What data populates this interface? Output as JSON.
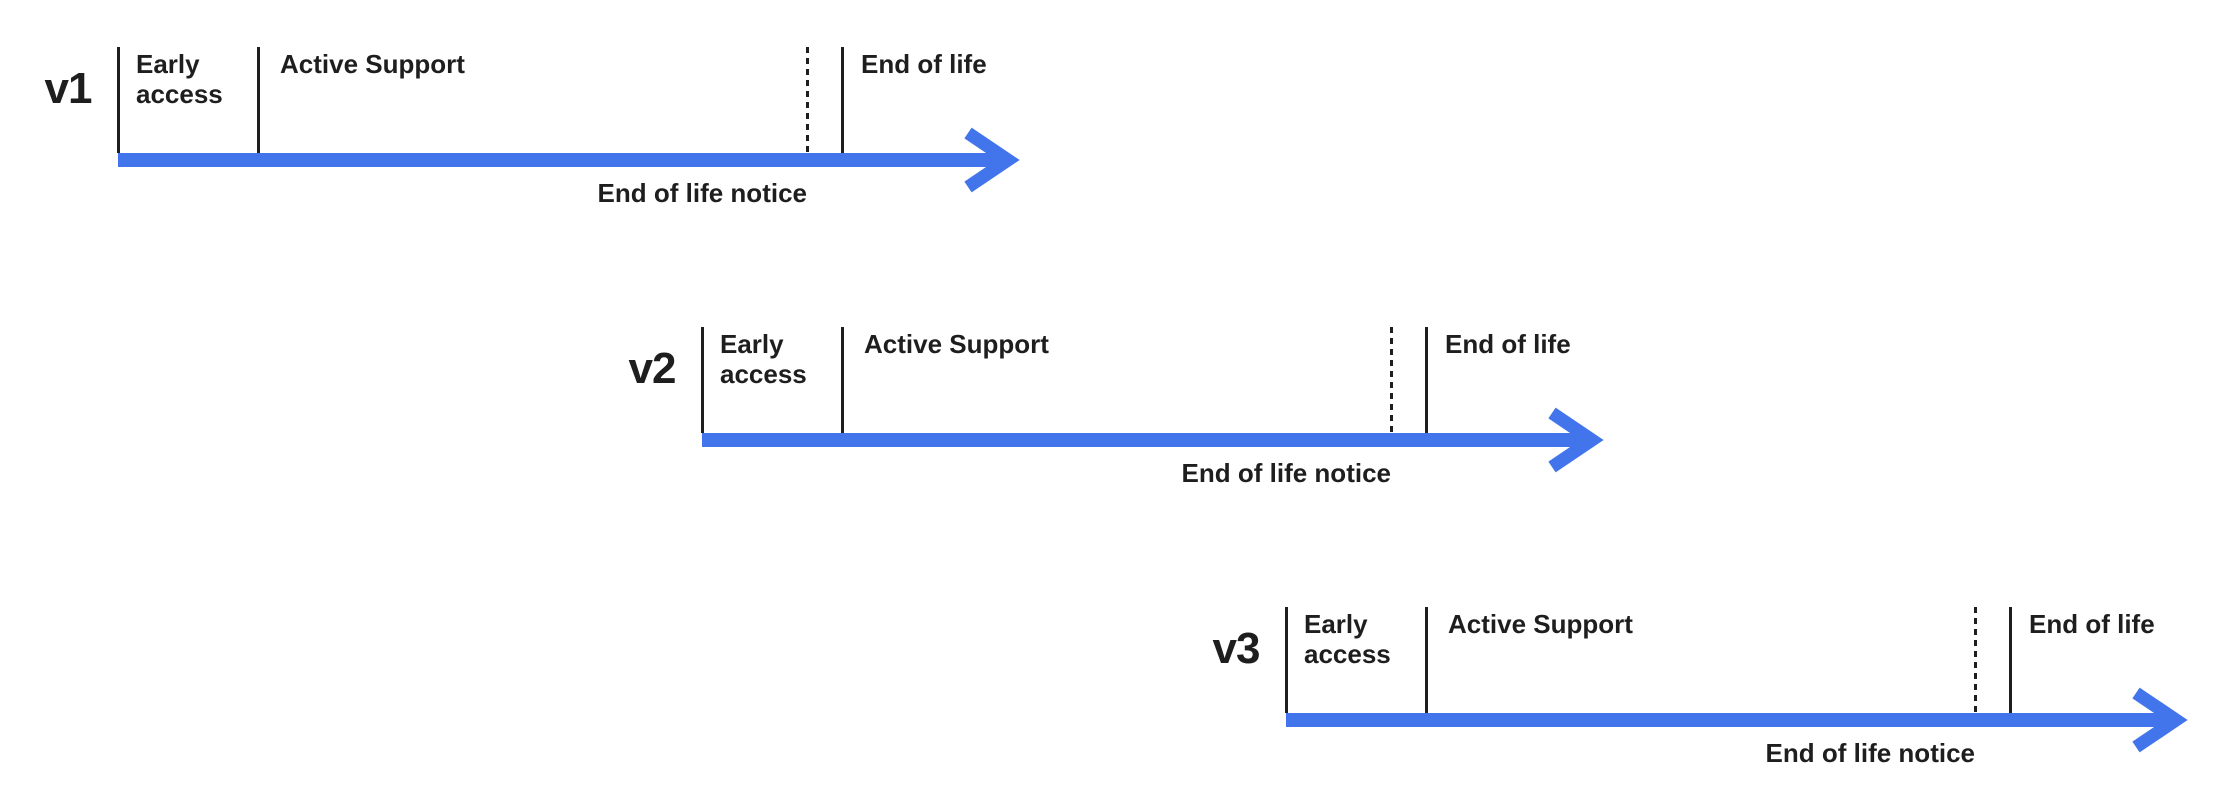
{
  "colors": {
    "arrow_blue": "#4274ec",
    "ink": "#1e1e1e",
    "background": "#ffffff"
  },
  "timelines": [
    {
      "version": "v1",
      "phases": {
        "early_access": "Early access",
        "active_support": "Active Support",
        "end_of_life": "End of life",
        "eol_notice": "End of life notice"
      }
    },
    {
      "version": "v2",
      "phases": {
        "early_access": "Early access",
        "active_support": "Active Support",
        "end_of_life": "End of life",
        "eol_notice": "End of life notice"
      }
    },
    {
      "version": "v3",
      "phases": {
        "early_access": "Early access",
        "active_support": "Active Support",
        "end_of_life": "End of life",
        "eol_notice": "End of life notice"
      }
    }
  ]
}
